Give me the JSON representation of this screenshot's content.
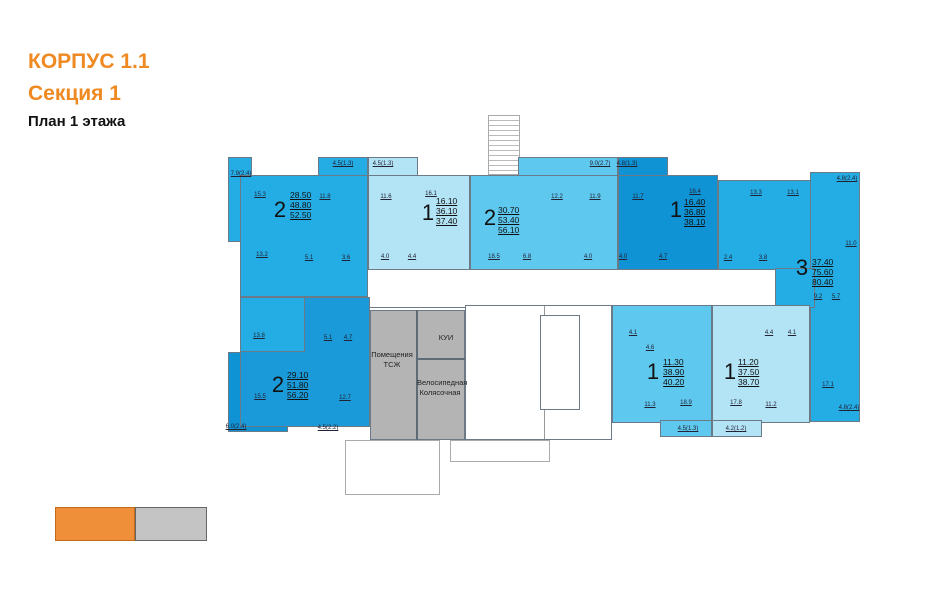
{
  "title": {
    "building": "КОРПУС 1.1",
    "section": "Секция 1",
    "plan": "План 1 этажа"
  },
  "colors": {
    "accent": "#ef8a22",
    "apt_light": "#b3e4f6",
    "apt_medium": "#24ade4",
    "apt_mid_light": "#5ec8ef",
    "apt_dark": "#0f93d4",
    "common": "#b4b4b4"
  },
  "apartments": [
    {
      "rooms": "2",
      "areas": [
        "28.50",
        "48.80",
        "52.50"
      ],
      "room_labels": [
        "7.9(2.4)",
        "15.3",
        "11.8",
        "13.2",
        "5.1",
        "3.6",
        "4.5(1.3)"
      ]
    },
    {
      "rooms": "1",
      "areas": [
        "16.10",
        "36.10",
        "37.40"
      ],
      "room_labels": [
        "4.5(1.3)",
        "11.6",
        "16.1",
        "4.0",
        "4.4"
      ]
    },
    {
      "rooms": "2",
      "areas": [
        "30.70",
        "53.40",
        "56.10"
      ],
      "room_labels": [
        "9.0(2.7)",
        "12.2",
        "11.9",
        "18.5",
        "6.8",
        "4.0"
      ]
    },
    {
      "rooms": "1",
      "areas": [
        "16.40",
        "36.80",
        "38.10"
      ],
      "room_labels": [
        "4.8(1.3)",
        "11.7",
        "16.4",
        "4.0",
        "4.7"
      ]
    },
    {
      "rooms": "3",
      "areas": [
        "37.40",
        "75.60",
        "80.40"
      ],
      "room_labels": [
        "13.3",
        "13.1",
        "4.8(2.4)",
        "11.0",
        "2.4",
        "3.8",
        "9.2",
        "5.7",
        "17.1",
        "4.8(2.4)"
      ]
    },
    {
      "rooms": "2",
      "areas": [
        "29.10",
        "51.80",
        "56.20"
      ],
      "room_labels": [
        "13.8",
        "5.1",
        "4.7",
        "15.5",
        "12.7",
        "6.0(2.4)",
        "4.5(2.2)"
      ]
    },
    {
      "rooms": "1",
      "areas": [
        "11.30",
        "38.90",
        "40.20"
      ],
      "room_labels": [
        "4.1",
        "4.6",
        "11.3",
        "18.9",
        "4.5(1.3)"
      ]
    },
    {
      "rooms": "1",
      "areas": [
        "11.20",
        "37.50",
        "38.70"
      ],
      "room_labels": [
        "4.4",
        "4.1",
        "11.2",
        "17.8",
        "4.2(1.2)"
      ]
    }
  ],
  "common_rooms": {
    "tszh": "Помещения ТСЖ",
    "kui": "КУИ",
    "bike": "Велосипедная Колясочная"
  }
}
